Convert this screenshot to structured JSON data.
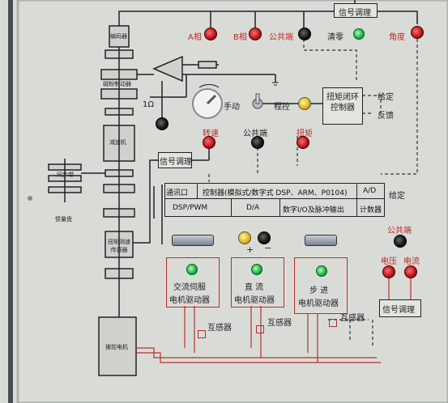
{
  "top": {
    "signal_conditioning_top": "信号调理",
    "phase_a": "A相",
    "phase_b": "B相",
    "common_top": "公共端",
    "clear": "清零",
    "angle": "角度"
  },
  "mechanics": {
    "encoder": "编码器",
    "magnetic_brake": "磁粉制动器",
    "resistor": "1Ω",
    "reducer": "减速机",
    "synchronous_belt": "同步带",
    "flywheel": "惯量盘",
    "torque_sensor": "扭矩测速传感器",
    "controlled_motor": "被控电机"
  },
  "control": {
    "manual": "手动",
    "program": "程控",
    "torque_loop_controller": "扭矩闭环控制器",
    "setpoint": "给定",
    "feedback": "反馈",
    "speed": "转速",
    "common_mid": "公共端",
    "torque": "扭矩",
    "signal_conditioning_mid": "信号调理"
  },
  "controller_table": {
    "comm_port": "通讯口",
    "controller": "控制器(模拟式/数字式 DSP、ARM、P0104)",
    "ad": "A/D",
    "dsp_pwm": "DSP/PWM",
    "da": "D/A",
    "digital_io": "数字I/O及脉冲输出",
    "counter": "计数器",
    "setpoint_right": "给定"
  },
  "drivers": {
    "plus": "+",
    "minus": "−",
    "ac_servo_line1": "交流伺服",
    "ac_servo_line2": "电机驱动器",
    "dc_line1": "直 流",
    "dc_line2": "电机驱动器",
    "stepper_line1": "步 进",
    "stepper_line2": "电机驱动器",
    "mutual_inductor_1": "互感器",
    "mutual_inductor_2": "互感器",
    "mutual_inductor_3": "互感器"
  },
  "right": {
    "common": "公共端",
    "voltage": "电压",
    "current": "电流",
    "signal_conditioning_right": "信号调理"
  },
  "colors": {
    "red_terminal": "#b5121b",
    "black_terminal": "#111111",
    "yellow_terminal": "#e0b020",
    "led_green": "#1fb34a",
    "panel": "#d9dcd6"
  }
}
